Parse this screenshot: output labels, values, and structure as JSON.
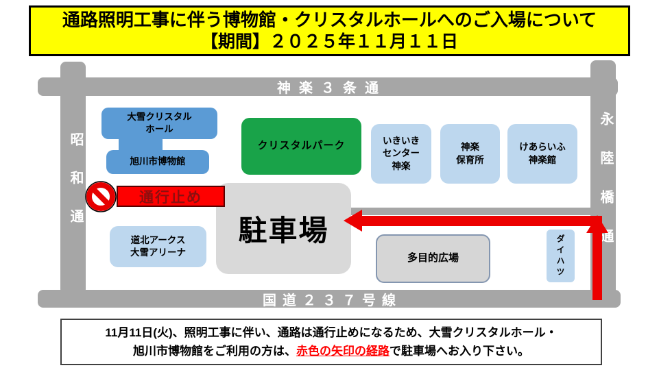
{
  "title": {
    "line1": "通路照明工事に伴う博物館・クリスタルホールへのご入場について",
    "line2": "【期間】２０２５年１１月１１日"
  },
  "map": {
    "roads": {
      "top": "神楽３条通",
      "bottom": "国道２３７号線",
      "left": "昭和通",
      "right": "永陸橋通"
    },
    "buildings": {
      "crystal_hall": "大雪クリスタル\nホール",
      "museum": "旭川市博物館",
      "crystal_park": "クリスタルパーク",
      "ikiiki_center": "いきいき\nセンター\n神楽",
      "nursery": "神楽\n保育所",
      "carelife": "けあらいふ\n神楽館",
      "arena": "道北アークス\n大雪アリーナ",
      "parking": "駐車場",
      "plaza": "多目的広場",
      "daihatsu": "ダイハツ"
    },
    "closed_banner": "通行止め",
    "colors": {
      "road": "#a6a6a6",
      "main_blue": "#5b9bd5",
      "light_blue": "#bdd7ee",
      "green": "#19a349",
      "parking_gray": "#d9d9d9",
      "route_red": "#ec0000",
      "banner_yellow": "#ffff00"
    }
  },
  "notice": {
    "line1": "11月11日(火)、照明工事に伴い、通路は通行止めになるため、大雪クリスタルホール・",
    "line2_pre": "旭川市博物館をご利用の方は、",
    "line2_red": "赤色の矢印の経路",
    "line2_post": "で駐車場へお入り下さい。"
  }
}
